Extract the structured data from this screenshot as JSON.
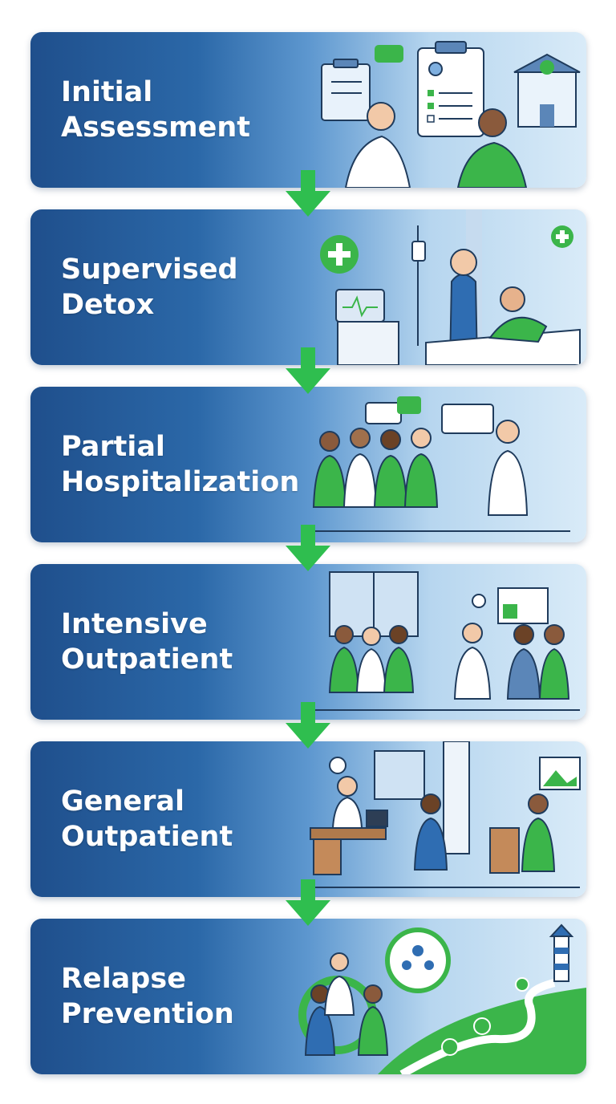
{
  "colors": {
    "card_dark": "#1f4f8c",
    "card_light": "#d9ebf8",
    "arrow": "#2fbe4f",
    "accent_green": "#3bb54a",
    "title_text": "#ffffff"
  },
  "stages": [
    {
      "line1": "Initial",
      "line2": "Assessment",
      "icon": "clipboard-consultation-icon"
    },
    {
      "line1": "Supervised",
      "line2": "Detox",
      "icon": "hospital-bed-icon"
    },
    {
      "line1": "Partial",
      "line2": "Hospitalization",
      "icon": "group-session-icon"
    },
    {
      "line1": "Intensive",
      "line2": "Outpatient",
      "icon": "group-therapy-icon"
    },
    {
      "line1": "General",
      "line2": "Outpatient",
      "icon": "office-counseling-icon"
    },
    {
      "line1": "Relapse",
      "line2": "Prevention",
      "icon": "support-path-lighthouse-icon"
    }
  ],
  "connector_icon": "down-arrow-icon"
}
